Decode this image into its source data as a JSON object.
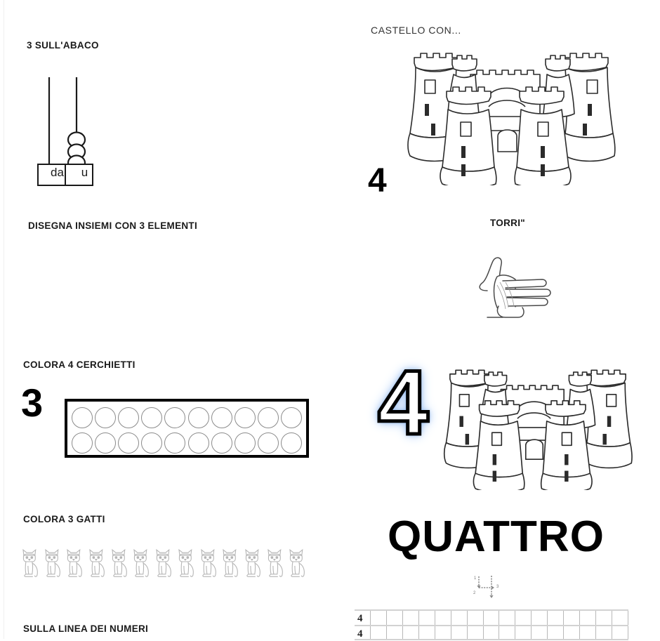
{
  "page": {
    "language": "it",
    "background_color": "#ffffff"
  },
  "left_column": {
    "task_abacus": {
      "heading": "3 SULL'ABACO",
      "abacus": {
        "rod_labels": [
          "da",
          "u"
        ],
        "beads_on_tens": 0,
        "beads_on_units": 3
      }
    },
    "task_sets": {
      "heading": "DISEGNA INSIEMI CON 3 ELEMENTI"
    },
    "task_circles": {
      "heading": "COLORA 4 CERCHIETTI",
      "side_number": "3",
      "rows": 2,
      "circles_per_row": 10,
      "total_circles": 20,
      "circle_outline_color": "#8c8c8c",
      "box_border_color": "#000000"
    },
    "task_cats": {
      "heading": "COLORA  3 GATTI",
      "cat_count": 13,
      "cat_outline_color": "#b5b5b5"
    },
    "task_number_line": {
      "heading": "SULLA LINEA DEI NUMERI"
    }
  },
  "right_column": {
    "task_castle": {
      "prompt": "CASTELLO CON...",
      "number": "4",
      "answer_word": "TORRI\"",
      "tower_count": 4
    },
    "hand": {
      "fingers_up": 4,
      "name": "hand-showing-four-fingers"
    },
    "number_display": {
      "wordart_number": "4",
      "wordart_glow_color": "#8fb8ef",
      "word": "QUATTRO"
    },
    "stroke_order": {
      "digit": "4",
      "steps": [
        "1",
        "2",
        "3"
      ]
    },
    "practice_grid": {
      "rows": [
        {
          "digit": "4",
          "cells": 17
        },
        {
          "digit": "4",
          "cells": 17
        }
      ],
      "line_color": "#b8b8b8"
    }
  }
}
